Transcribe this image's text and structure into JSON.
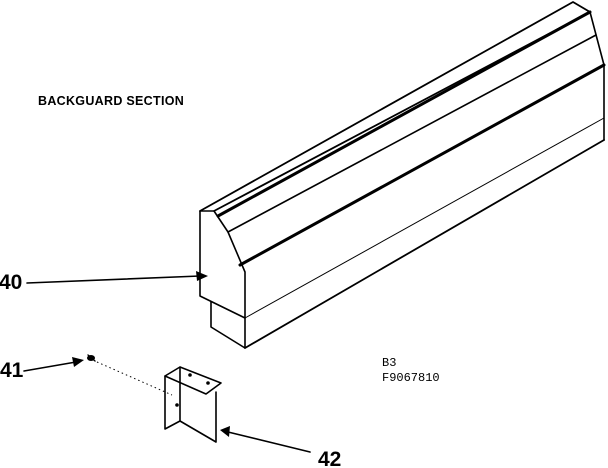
{
  "diagram": {
    "title": "BACKGUARD SECTION",
    "callouts": {
      "backguard": "40",
      "screw": "41",
      "bracket": "42"
    },
    "figure_codes": {
      "section": "B3",
      "figure": "F9067810"
    }
  }
}
